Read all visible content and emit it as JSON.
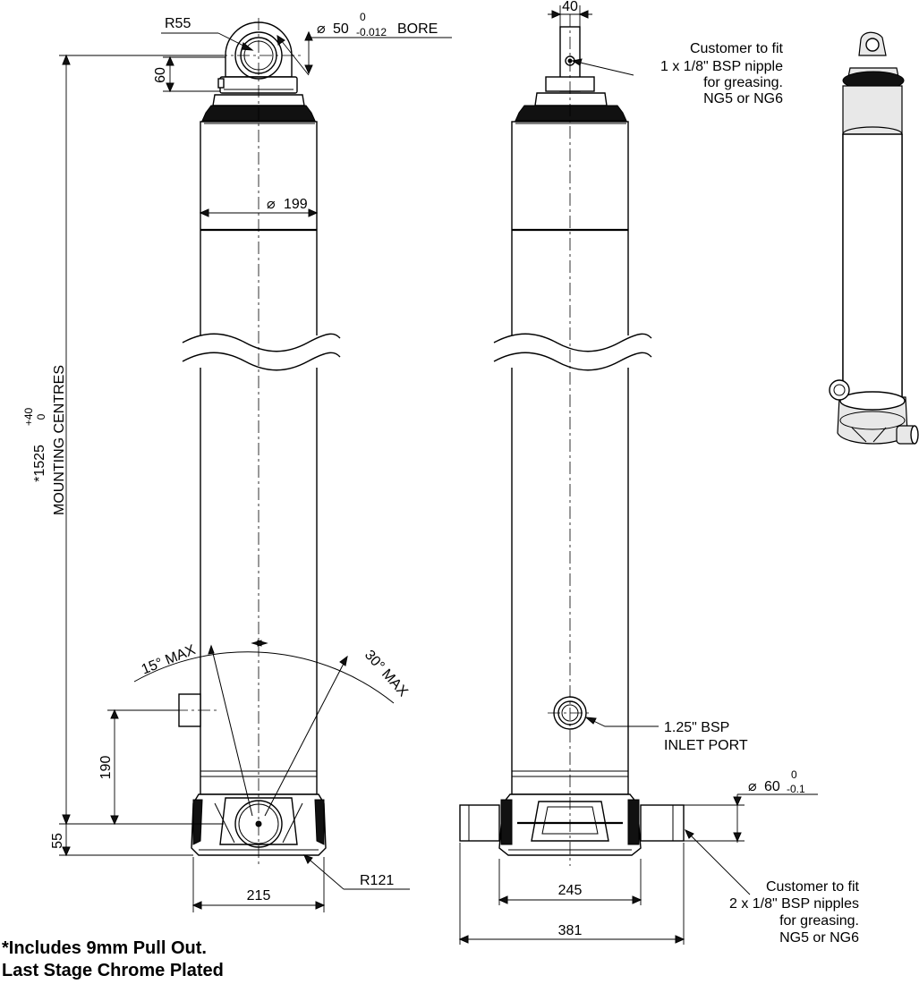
{
  "dimensions": {
    "r55": "R55",
    "bore_dia": "50",
    "bore_tol_upper": "0",
    "bore_tol_lower": "-0.012",
    "bore_label": "BORE",
    "eye_height": "60",
    "body_dia": "199",
    "mounting_value": "*1525",
    "mounting_tol_upper": "+40",
    "mounting_tol_lower": "0",
    "mounting_label": "MOUNTING CENTRES",
    "angle_left": "15° MAX",
    "angle_right": "30° MAX",
    "port_height": "190",
    "base_height": "55",
    "r121": "R121",
    "base_width_front": "215",
    "eye_width": "40",
    "base_width_side": "245",
    "trunnion_span": "381",
    "trunnion_dia": "60",
    "trunnion_tol_upper": "0",
    "trunnion_tol_lower": "-0.1"
  },
  "annotations": {
    "top_note": [
      "Customer to fit",
      "1 x 1/8\" BSP nipple",
      "for greasing.",
      "NG5 or NG6"
    ],
    "inlet_port": [
      "1.25\" BSP",
      "INLET PORT"
    ],
    "bottom_note": [
      "Customer to fit",
      "2 x 1/8\" BSP nipples",
      "for greasing.",
      "NG5 or NG6"
    ]
  },
  "footnote": {
    "line1": "*Includes 9mm Pull Out.",
    "line2": "Last Stage Chrome Plated"
  }
}
